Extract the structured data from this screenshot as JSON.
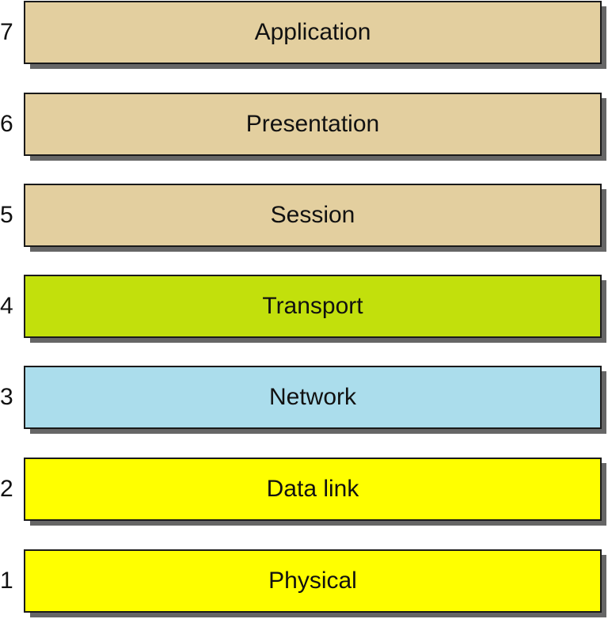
{
  "layers": [
    {
      "number": "7",
      "name": "Application",
      "color": "#E3CF9F"
    },
    {
      "number": "6",
      "name": "Presentation",
      "color": "#E3CF9F"
    },
    {
      "number": "5",
      "name": "Session",
      "color": "#E3CF9F"
    },
    {
      "number": "4",
      "name": "Transport",
      "color": "#C2E00C"
    },
    {
      "number": "3",
      "name": "Network",
      "color": "#ABDDEC"
    },
    {
      "number": "2",
      "name": "Data link",
      "color": "#FFFF00"
    },
    {
      "number": "1",
      "name": "Physical",
      "color": "#FFFF00"
    }
  ]
}
